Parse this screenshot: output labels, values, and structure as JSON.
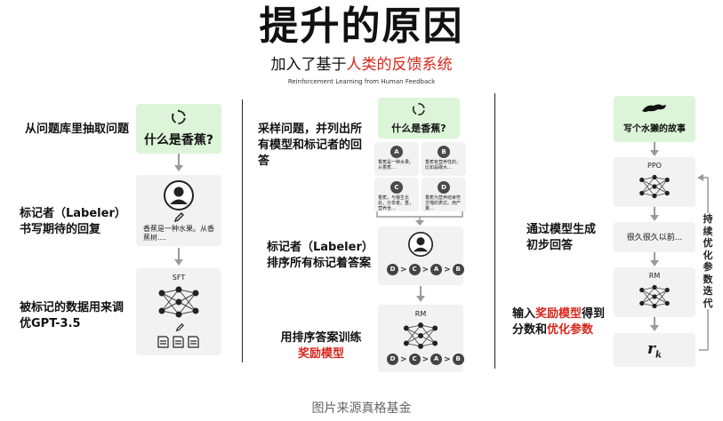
{
  "header": {
    "title": "提升的原因",
    "subtitle_prefix": "加入了基于",
    "subtitle_highlight": "人类的反馈系统",
    "subtitle_english": "Reinforcement Learning from Human Feedback"
  },
  "step1": {
    "label_1": "从问题库里抽取问题",
    "question": "什么是香蕉?",
    "label_2": "标记者（Labeler）书写期待的回复",
    "answer": "香蕉是一种水果。从香蕉树....",
    "label_3": "被标记的数据用来调优GPT-3.5",
    "model": "SFT"
  },
  "step2": {
    "label_1": "采样问题，并列出所有模型和标记者的回答",
    "question": "什么是香蕉?",
    "options": [
      {
        "letter": "A",
        "text": "香蕉是一种水果。从香蕉..."
      },
      {
        "letter": "B",
        "text": "香蕉有营养性的，比如是碳水..."
      },
      {
        "letter": "C",
        "text": "香蕉，与猴生长处，分享者。重，营养含..."
      },
      {
        "letter": "D",
        "text": "香蕉为营养结束符文喵的表达。用产量..."
      }
    ],
    "label_2": "标记者（Labeler）排序所有标记着答案",
    "ranking": [
      "D",
      "C",
      "A",
      "B"
    ],
    "label_3_prefix": "用排序答案训练",
    "label_3_highlight": "奖励模型",
    "model": "RM"
  },
  "step3": {
    "prompt": "写个水獭的故事",
    "model_ppo": "PPO",
    "label_1": "通过模型生成初步回答",
    "output": "很久很久以前...",
    "model_rm": "RM",
    "label_2_a": "输入",
    "label_2_b": "奖励模型",
    "label_2_c": "得到",
    "label_2_d": "分数和",
    "label_2_e": "优化参数",
    "reward": "r",
    "reward_sub": "k",
    "loop_label": "持续优化参数迭代"
  },
  "caption": "图片来源真格基金",
  "colors": {
    "accent_red": "#d9261c",
    "card_green": "#dcf5d8",
    "card_gray": "#f2f2f2"
  }
}
